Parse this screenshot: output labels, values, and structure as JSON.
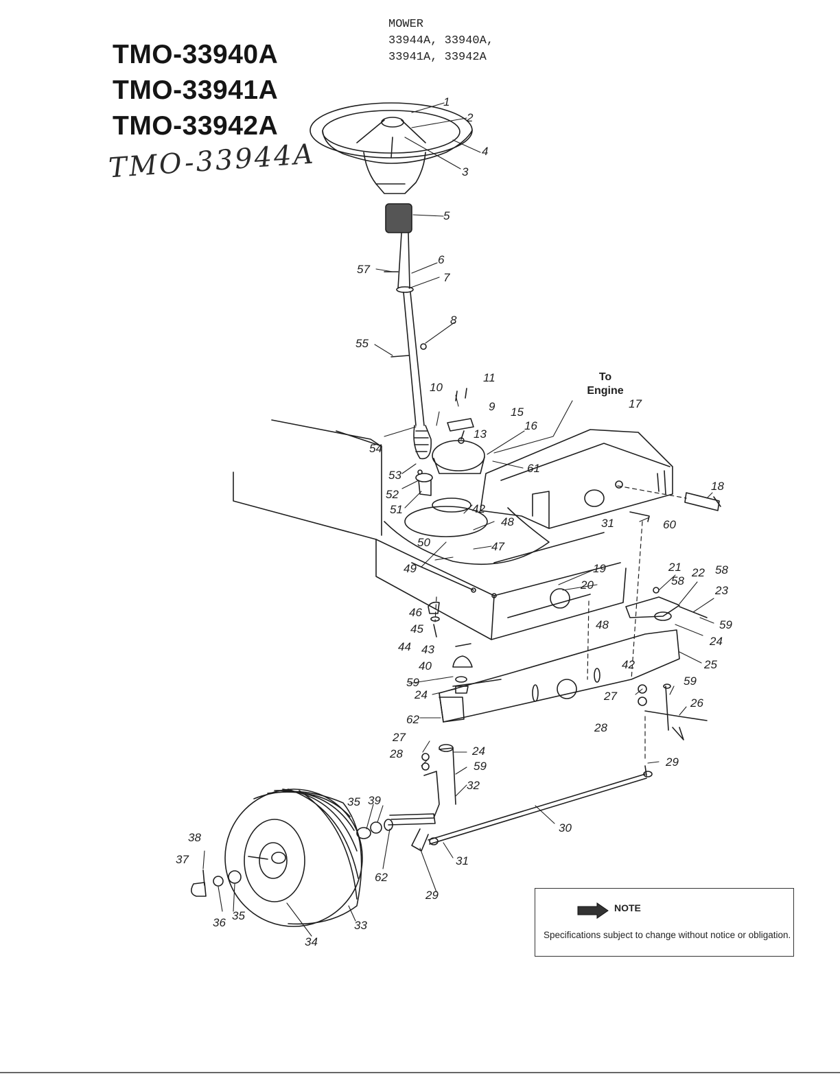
{
  "header": {
    "section": "MOWER",
    "codes_line1": "33944A, 33940A,",
    "codes_line2": "33941A, 33942A"
  },
  "models": [
    "TMO-33940A",
    "TMO-33941A",
    "TMO-33942A"
  ],
  "handwritten_model": "TMO-33944A",
  "to_engine": {
    "line1": "To",
    "line2": "Engine"
  },
  "callouts": [
    "1",
    "2",
    "3",
    "4",
    "5",
    "6",
    "7",
    "57",
    "8",
    "55",
    "10",
    "11",
    "9",
    "15",
    "13",
    "16",
    "17",
    "61",
    "54",
    "53",
    "52",
    "51",
    "42",
    "48",
    "50",
    "47",
    "49",
    "18",
    "31",
    "60",
    "19",
    "20",
    "21",
    "58",
    "22",
    "58",
    "23",
    "59",
    "48",
    "24",
    "42",
    "25",
    "46",
    "45",
    "44",
    "43",
    "40",
    "59",
    "24",
    "27",
    "59",
    "26",
    "62",
    "28",
    "27",
    "28",
    "24",
    "59",
    "32",
    "29",
    "35",
    "39",
    "30",
    "38",
    "37",
    "62",
    "31",
    "36",
    "35",
    "29",
    "34",
    "33"
  ],
  "note": {
    "heading": "NOTE",
    "text": "Specifications subject to change without notice or obligation."
  },
  "colors": {
    "ink": "#1e1e1e",
    "paper": "#ffffff",
    "shade": "#9a9a9a"
  }
}
